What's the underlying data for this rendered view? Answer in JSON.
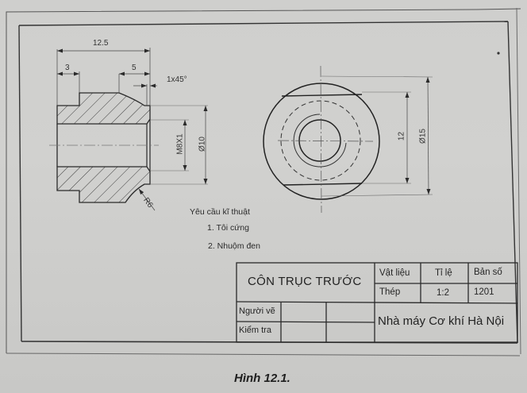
{
  "figure": {
    "caption": "Hình 12.1."
  },
  "section_view": {
    "dimensions": {
      "overall_length": "12.5",
      "step_length": "3",
      "recess_length": "5",
      "chamfer": "1x45°",
      "thread": "M8X1",
      "diameter_inner_step": "Ø10",
      "radius": "R6"
    }
  },
  "end_view": {
    "dimensions": {
      "flat_width": "12",
      "outer_diameter": "Ø15"
    }
  },
  "technical_requirements": {
    "heading": "Yêu cầu kĩ thuật",
    "items": [
      "1. Tôi cứng",
      "2. Nhuộm đen"
    ]
  },
  "title_block": {
    "part_name": "CÔN TRỤC TRƯỚC",
    "headers": {
      "material": "Vật liệu",
      "scale": "Tỉ lệ",
      "drawing_no": "Bản số"
    },
    "values": {
      "material": "Thép",
      "scale": "1:2",
      "drawing_no": "1201"
    },
    "roles": {
      "drawn_by": "Người vẽ",
      "checked_by": "Kiểm tra"
    },
    "factory": "Nhà máy Cơ khí Hà Nội"
  },
  "colors": {
    "paper": "#cfcfcd",
    "ink": "#2a2a2a"
  }
}
